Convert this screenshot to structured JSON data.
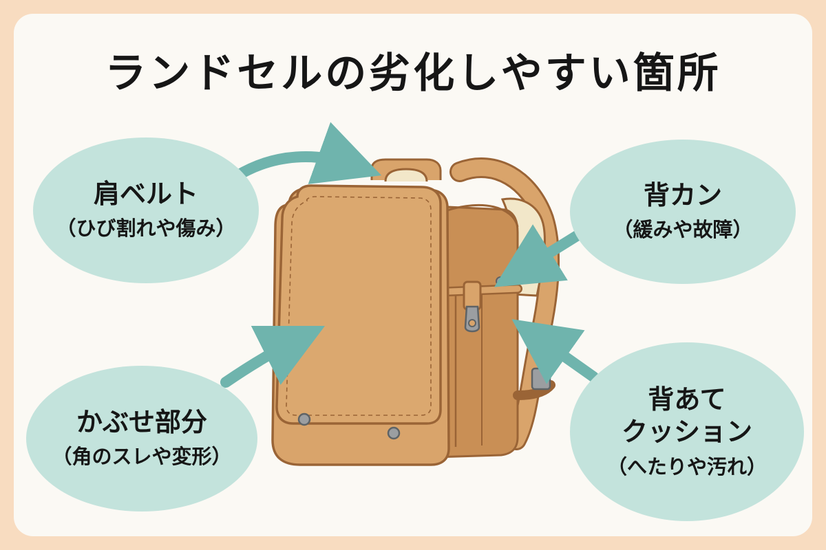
{
  "title": "ランドセルの劣化しやすい箇所",
  "callouts": [
    {
      "main": "肩ベルト",
      "sub": "（ひび割れや傷み）"
    },
    {
      "main": "背カン",
      "sub": "（緩みや故障）"
    },
    {
      "main": "かぶせ部分",
      "sub": "（角のスレや変形）"
    },
    {
      "main": "背あて",
      "main2": "クッション",
      "sub": "（へたりや汚れ）"
    }
  ],
  "colors": {
    "background": "#f8dcc0",
    "card": "#fbf9f4",
    "bubble": "#c3e3dc",
    "arrow": "#6fb4ad",
    "leather": "#d9a46b",
    "outline": "#9a6436"
  }
}
